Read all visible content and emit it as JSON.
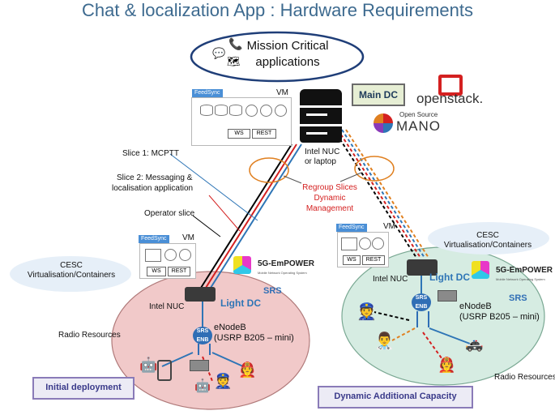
{
  "title": "Chat & localization App : Hardware Requirements",
  "mission": {
    "line1": "Mission Critical",
    "line2": "applications"
  },
  "main_dc": "Main DC",
  "openstack": "openstack.",
  "mano": {
    "small": "Open Source",
    "big": "MANO"
  },
  "server_label": {
    "line1": "Intel NUC",
    "line2": "or laptop"
  },
  "vm_top": {
    "feedsync": "FeedSync",
    "vm": "VM",
    "ws": "WS",
    "rest": "REST"
  },
  "vm_left": {
    "feedsync": "FeedSync",
    "vm": "VM",
    "ws": "WS",
    "rest": "REST"
  },
  "vm_right": {
    "feedsync": "FeedSync",
    "vm": "VM",
    "ws": "WS",
    "rest": "REST"
  },
  "slices": {
    "slice1": "Slice 1: MCPTT",
    "slice2_l1": "Slice 2: Messaging &",
    "slice2_l2": "localisation application",
    "operator": "Operator slice"
  },
  "regroup": {
    "l1": "Regroup Slices",
    "l2": "Dynamic",
    "l3": "Management"
  },
  "cesc_left": {
    "l1": "CESC",
    "l2": "Virtualisation/Containers"
  },
  "cesc_right": {
    "l1": "CESC",
    "l2": "Virtualisation/Containers"
  },
  "empower_left": {
    "name": "5G-EmPOWER",
    "sub": "Mobile Network Operating System"
  },
  "empower_right": {
    "name": "5G-EmPOWER",
    "sub": "Mobile Network Operating System"
  },
  "srs_logo": "SRS",
  "srs_enb": "SRS ENB",
  "left_site": {
    "nuc": "Intel NUC",
    "light_dc": "Light DC",
    "enodeb_l1": "eNodeB",
    "enodeb_l2": "(USRP B205 – mini)",
    "radio": "Radio Resources",
    "deployment": "Initial deployment"
  },
  "right_site": {
    "nuc": "Intel NUC",
    "light_dc": "Light DC",
    "enodeb_l1": "eNodeB",
    "enodeb_l2": "(USRP B205 – mini)",
    "radio": "Radio Resources",
    "deployment": "Dynamic Additional Capacity"
  },
  "colors": {
    "title": "#3d6a8f",
    "light_dc": "#2e75b6",
    "regroup": "#d42020",
    "left_site": "#f1c9c9",
    "right_site": "#d6ece2"
  }
}
